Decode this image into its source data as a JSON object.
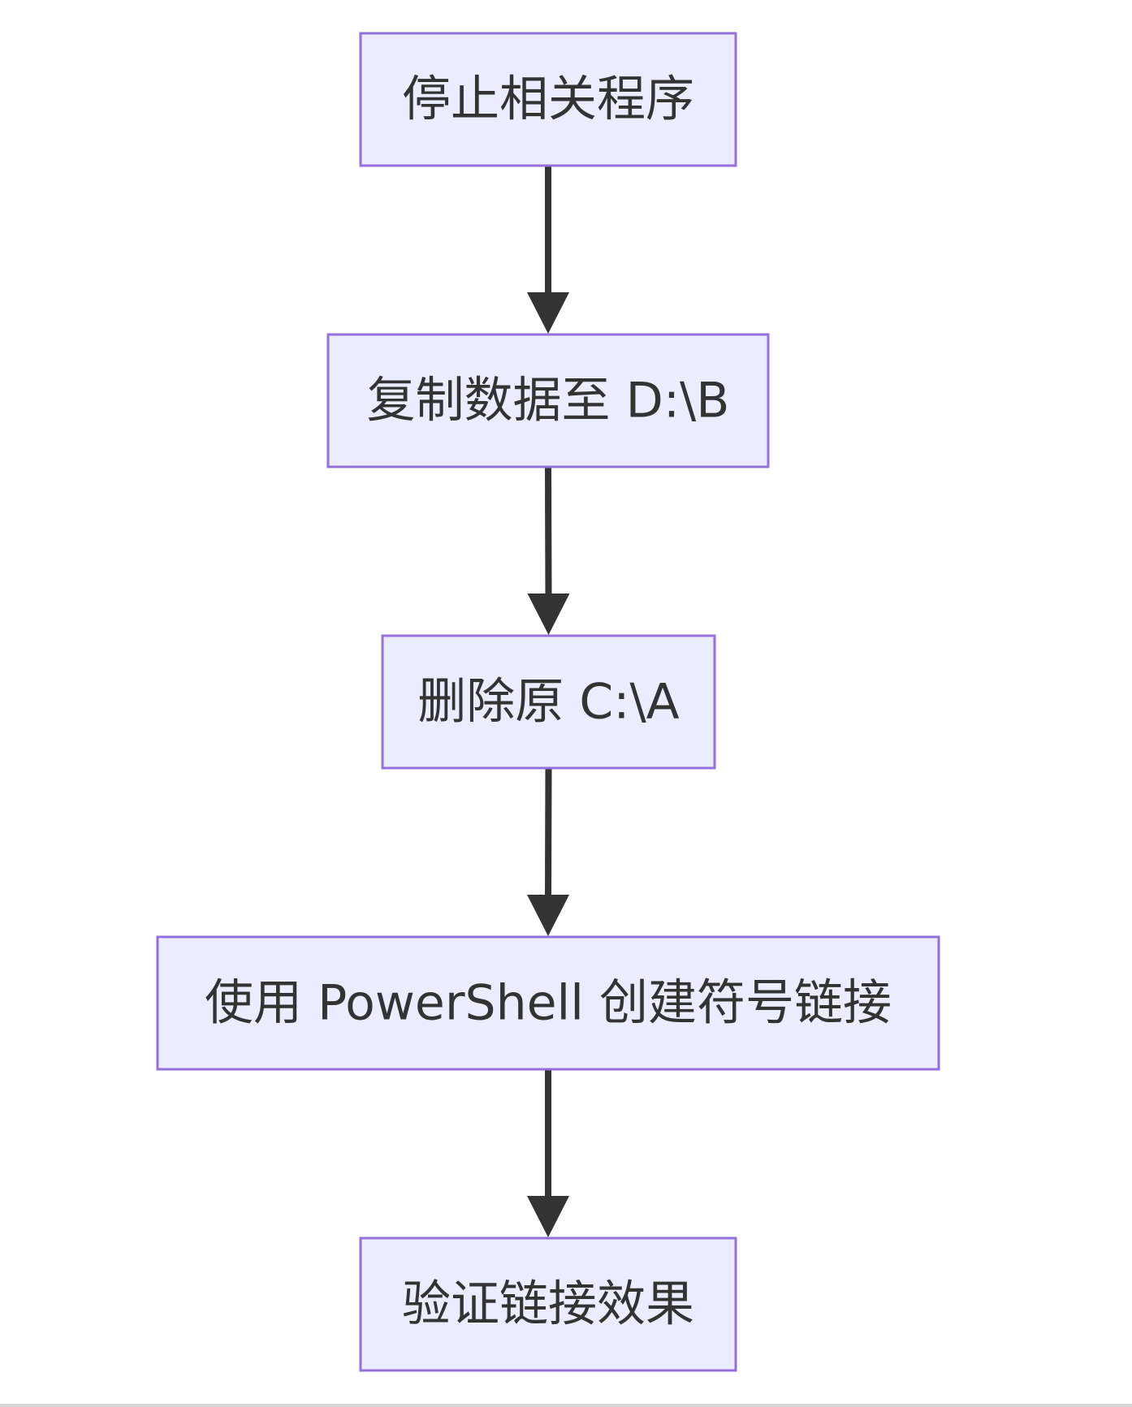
{
  "diagram": {
    "type": "flowchart",
    "direction": "top-to-bottom",
    "colors": {
      "node_fill": "#ececff",
      "node_border": "#9370db",
      "edge": "#333333",
      "text": "#333333"
    },
    "nodes": [
      {
        "id": "n1",
        "label": "停止相关程序"
      },
      {
        "id": "n2",
        "label": "复制数据至 D:\\B"
      },
      {
        "id": "n3",
        "label": "删除原 C:\\A"
      },
      {
        "id": "n4",
        "label": "使用 PowerShell 创建符号链接"
      },
      {
        "id": "n5",
        "label": "验证链接效果"
      }
    ],
    "edges": [
      {
        "from": "n1",
        "to": "n2"
      },
      {
        "from": "n2",
        "to": "n3"
      },
      {
        "from": "n3",
        "to": "n4"
      },
      {
        "from": "n4",
        "to": "n5"
      }
    ]
  }
}
